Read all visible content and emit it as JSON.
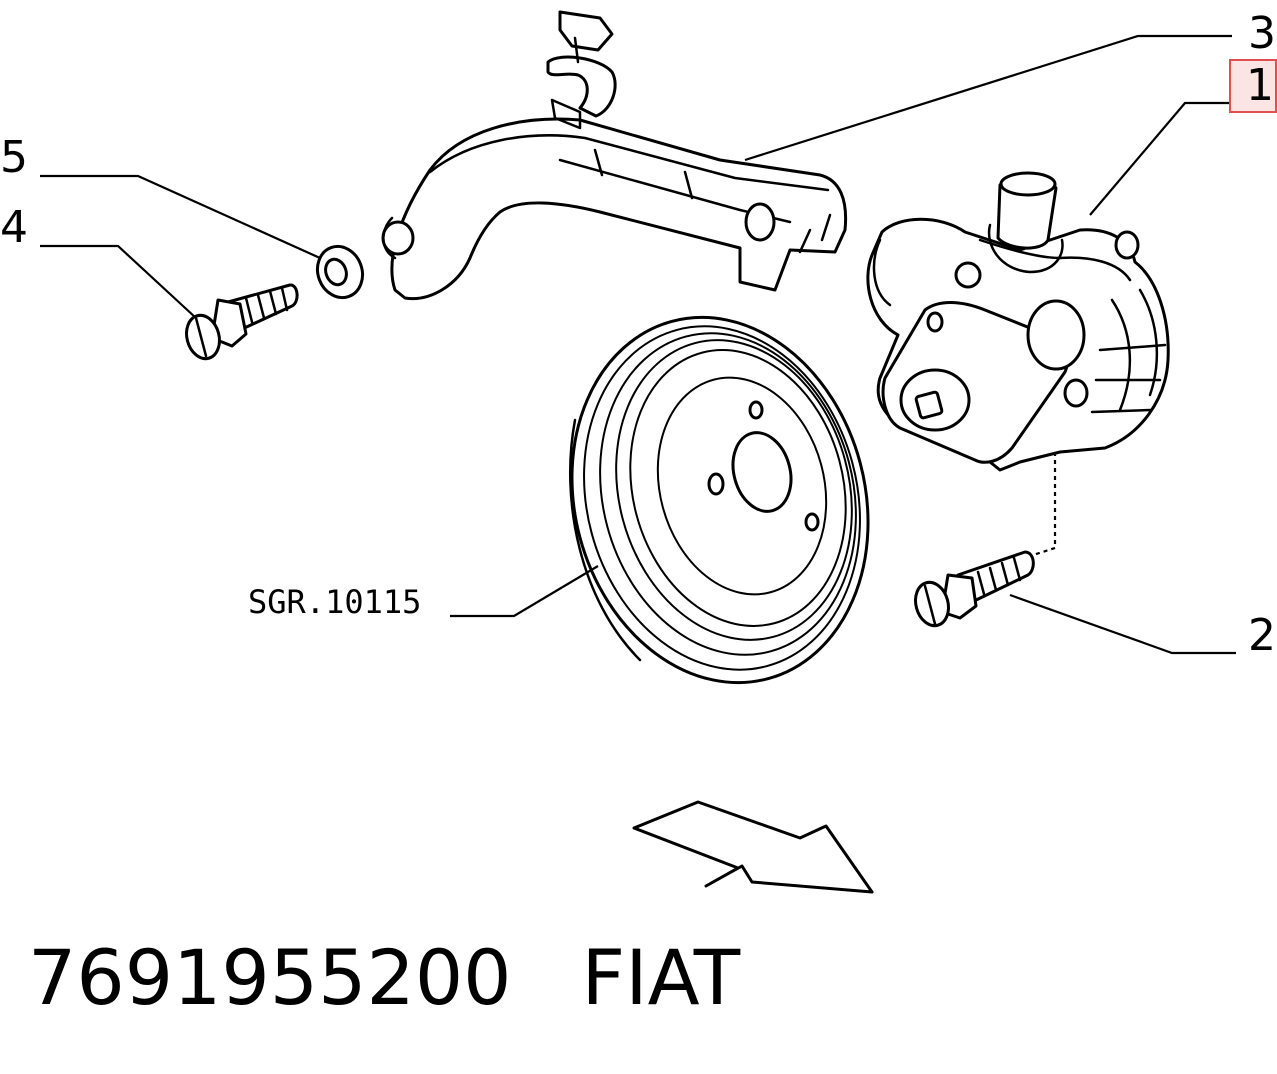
{
  "callouts": {
    "c1": "1",
    "c2": "2",
    "c3": "3",
    "c4": "4",
    "c5": "5",
    "reference": "SGR.10115"
  },
  "footer": {
    "part_number": "7691955200",
    "brand": "FIAT"
  },
  "colors": {
    "ink": "#000000",
    "highlight_box": "#e05050",
    "highlight_fill": "#fbe4e4"
  }
}
